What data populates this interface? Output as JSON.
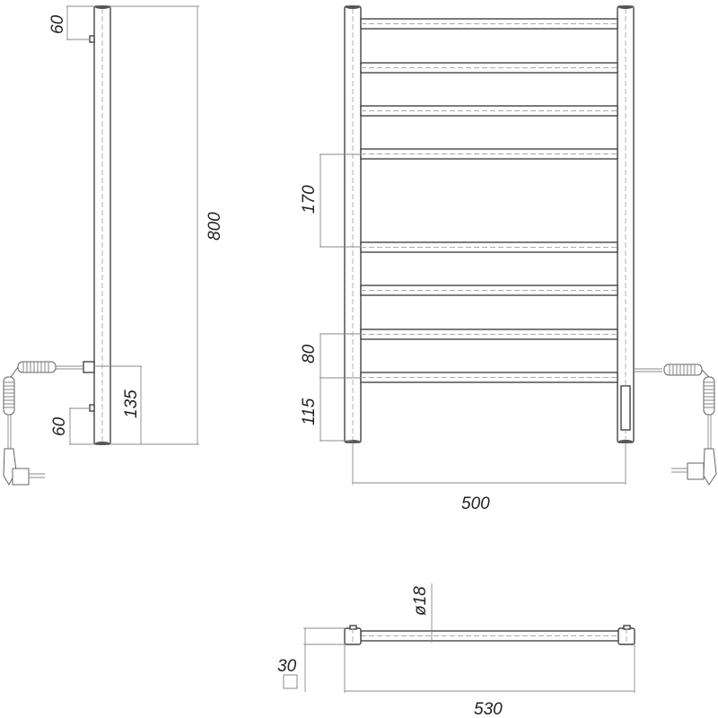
{
  "drawing": {
    "title": "Electric towel rail dimensional drawing",
    "colors": {
      "line": "#444444",
      "dimension": "#8a8a8a",
      "text": "#222222",
      "background": "#ffffff"
    },
    "side_view": {
      "dimensions": {
        "top_bracket_offset": "60",
        "overall_height": "800",
        "connector_height": "135",
        "bottom_bracket_offset": "60"
      }
    },
    "front_view": {
      "rail_count": 8,
      "dimensions": {
        "rail_spacing_large": "170",
        "rail_spacing_small": "80",
        "bottom_rail_height": "115",
        "center_width": "500"
      }
    },
    "top_view": {
      "dimensions": {
        "tube_diameter": "ø18",
        "profile_depth": "30",
        "overall_width": "530"
      }
    }
  }
}
